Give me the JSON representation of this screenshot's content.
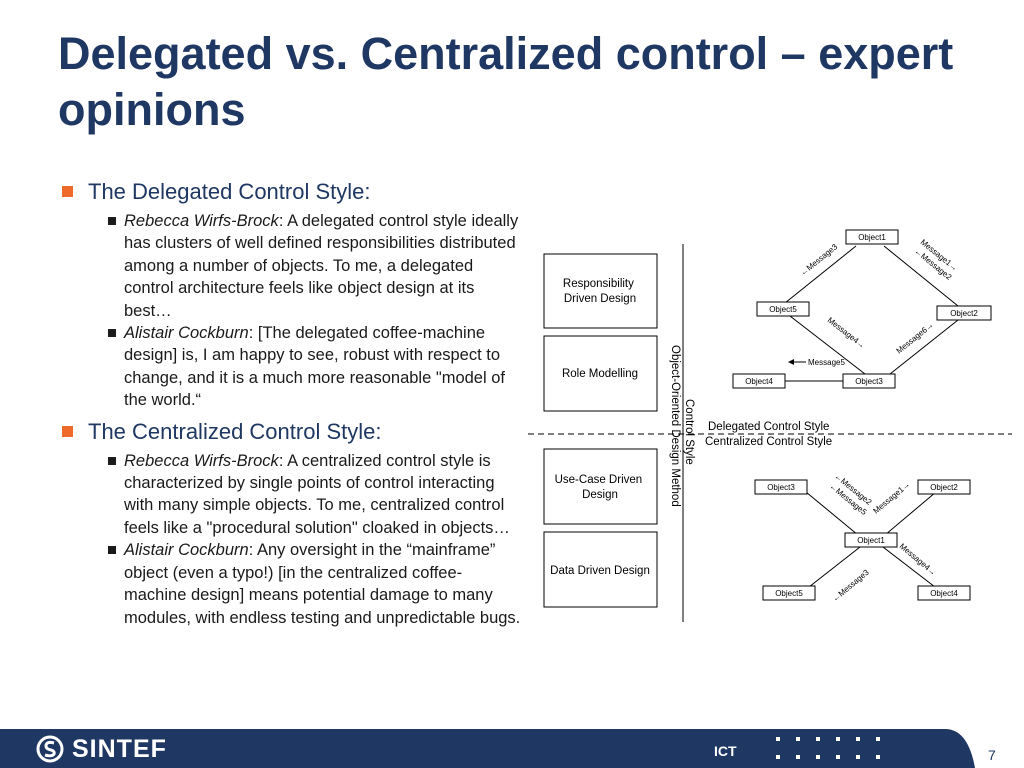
{
  "slide": {
    "title": "Delegated vs. Centralized control – expert opinions",
    "page_number": "7",
    "footer_unit": "ICT",
    "logo_text": "SINTEF"
  },
  "sections": [
    {
      "heading": "The Delegated Control Style:",
      "items": [
        {
          "author": "Rebecca Wirfs-Brock",
          "text": ": A delegated control style ideally has clusters of well defined responsibilities distributed among a number of objects. To me, a delegated control architecture feels like object design at its best…"
        },
        {
          "author": "Alistair Cockburn",
          "text": ": [The delegated coffee-machine design] is, I am happy to see, robust with respect to change, and it is a much more reasonable \"model of the world.“"
        }
      ]
    },
    {
      "heading": "The Centralized Control Style:",
      "items": [
        {
          "author": "Rebecca Wirfs-Brock",
          "text": ": A centralized control style is characterized by single points of control interacting with many simple objects. To me, centralized control feels like a \"procedural solution\" cloaked in objects…"
        },
        {
          "author": "Alistair Cockburn",
          "text": ": Any oversight in the “mainframe” object (even a typo!) [in the centralized coffee-machine design] means potential damage to many modules, with endless testing and unpredictable bugs."
        }
      ]
    }
  ],
  "diagram": {
    "methods": [
      "Responsibility Driven Design",
      "Role Modelling",
      "Use-Case Driven Design",
      "Data Driven Design"
    ],
    "axis_label_outer": "Object-Oriented Design Method",
    "axis_label_inner": "Control Style",
    "delegated_label": "Delegated Control Style",
    "centralized_label": "Centralized Control Style",
    "delegated": {
      "objects": [
        "Object1",
        "Object2",
        "Object3",
        "Object4",
        "Object5"
      ],
      "messages": [
        "Message1",
        "Message2",
        "Message3",
        "Message4",
        "Message5",
        "Message6"
      ]
    },
    "centralized": {
      "objects": [
        "Object1",
        "Object2",
        "Object3",
        "Object4",
        "Object5"
      ],
      "messages": [
        "Message1",
        "Message2",
        "Message3",
        "Message4",
        "Message5"
      ]
    }
  },
  "colors": {
    "title": "#1f3763",
    "bullet_l1": "#ee6a2b",
    "footer": "#1f3763"
  }
}
